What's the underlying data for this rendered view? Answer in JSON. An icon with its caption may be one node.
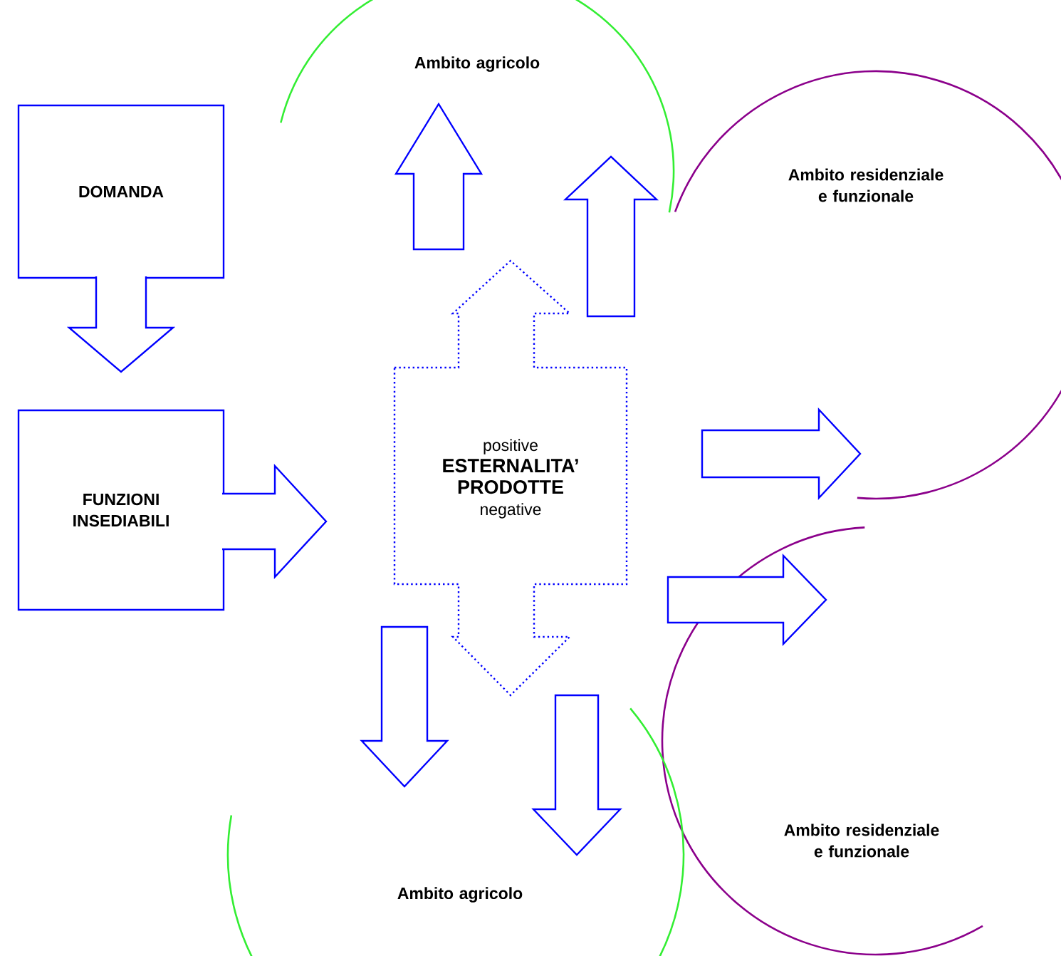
{
  "diagram": {
    "nodes": [
      {
        "text": [
          "DOMANDA"
        ]
      },
      {
        "text": [
          "FUNZIONI INSEDIABILI"
        ]
      },
      {
        "text": [
          "positive",
          "ESTERNALITA’ PRODOTTE",
          "negative"
        ]
      },
      {
        "text": [
          "Ambito agricolo"
        ]
      },
      {
        "text": [
          "Ambito residenziale e funzionale"
        ]
      },
      {
        "text": [
          "Ambito residenziale e funzionale"
        ]
      },
      {
        "text": [
          "Ambito agricolo"
        ]
      }
    ],
    "edges": [
      {
        "from": 0,
        "to": 1,
        "arrow": "to"
      },
      {
        "from": 1,
        "to": 2,
        "arrow": "to"
      },
      {
        "from": 2,
        "to": 3,
        "arrow": "to"
      },
      {
        "from": 2,
        "to": 3,
        "arrow": "to"
      },
      {
        "from": 2,
        "to": 4,
        "arrow": "to"
      },
      {
        "from": 2,
        "to": 5,
        "arrow": "to"
      },
      {
        "from": 2,
        "to": 6,
        "arrow": "to"
      },
      {
        "from": 2,
        "to": 6,
        "arrow": "to"
      }
    ]
  }
}
